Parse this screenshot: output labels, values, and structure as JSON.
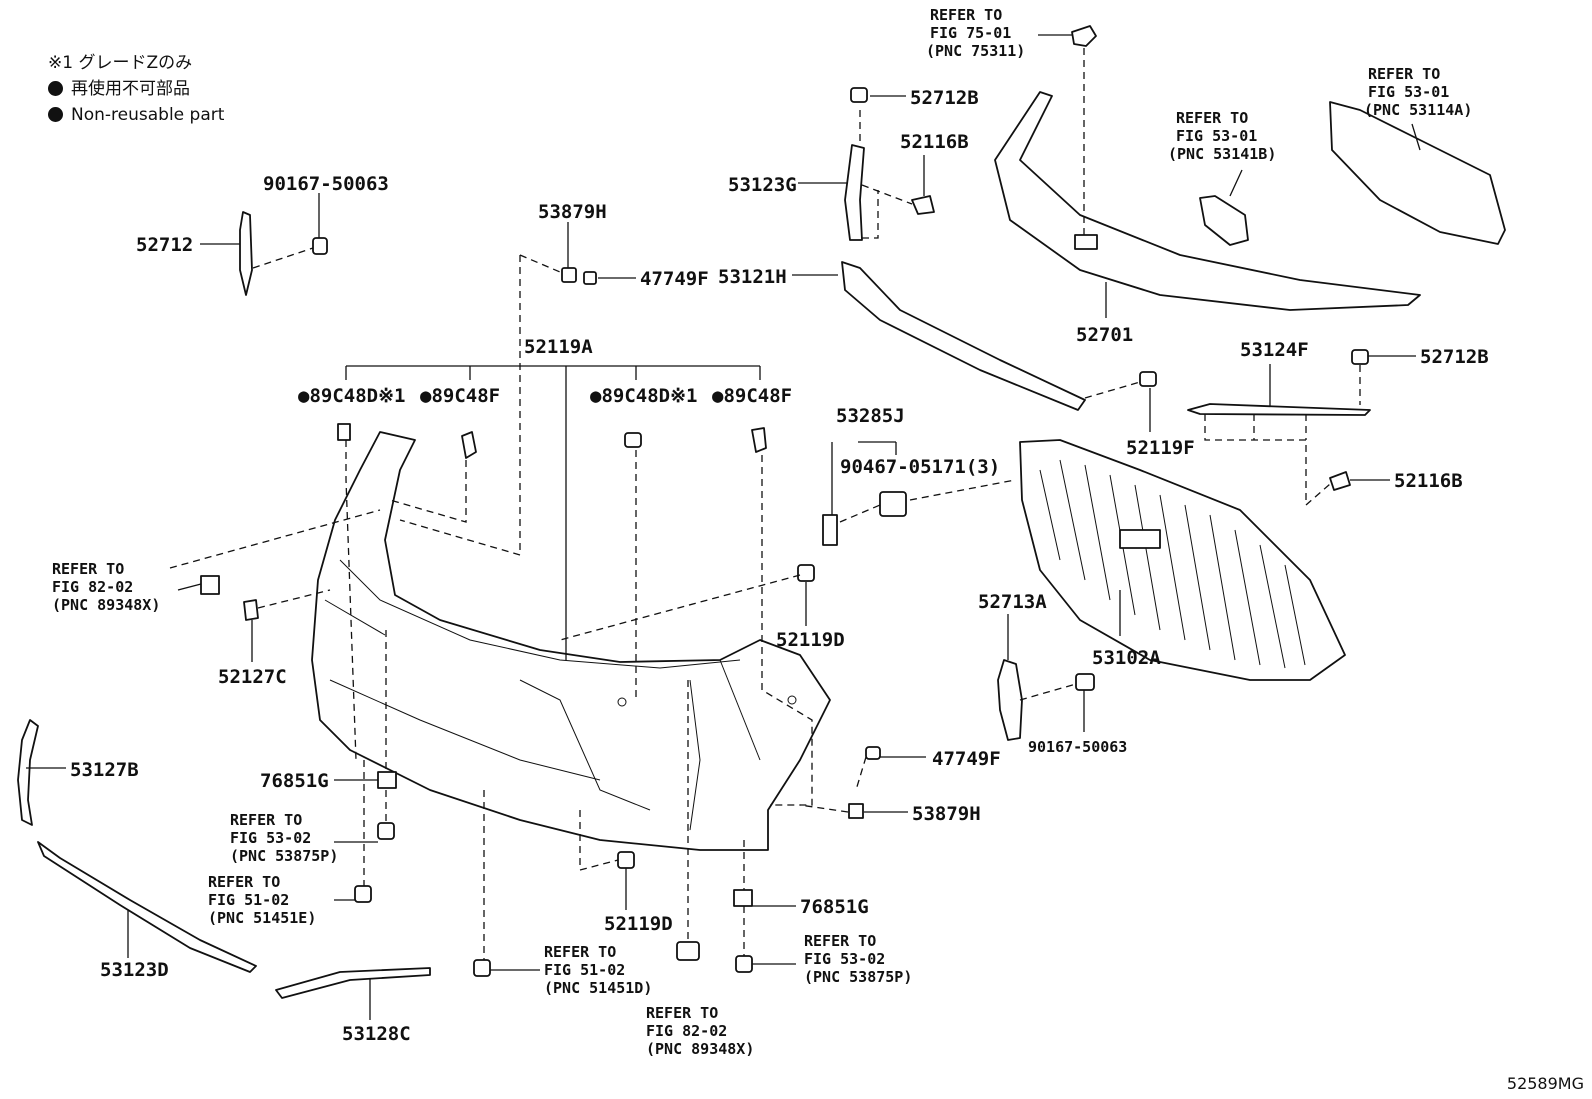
{
  "legend": {
    "note_grade": "※1 グレードZのみ",
    "note_nonreusable_ja": "再使用不可部品",
    "note_nonreusable_en": "Non-reusable part"
  },
  "catalog_number": "52589MG",
  "callouts": {
    "c_90167_top": "90167-50063",
    "c_52712": "52712",
    "c_53879H_top": "53879H",
    "c_47749F_top": "47749F",
    "c_52119A": "52119A",
    "c_89C48D_l": "●89C48D※1",
    "c_89C48F_l": "●89C48F",
    "c_89C48D_r": "●89C48D※1",
    "c_89C48F_r": "●89C48F",
    "c_52712B_top": "52712B",
    "c_52116B_top": "52116B",
    "c_53123G": "53123G",
    "c_53121H": "53121H",
    "c_52701": "52701",
    "c_53124F": "53124F",
    "c_52712B_r": "52712B",
    "c_52119F": "52119F",
    "c_52116B_r": "52116B",
    "c_53285J": "53285J",
    "c_90467": "90467-05171(3)",
    "c_52119D_mid": "52119D",
    "c_52127C": "52127C",
    "c_52713A": "52713A",
    "c_53102A": "53102A",
    "c_90167_bot": "90167-50063",
    "c_47749F_bot": "47749F",
    "c_53879H_bot": "53879H",
    "c_53127B": "53127B",
    "c_76851G_l": "76851G",
    "c_76851G_r": "76851G",
    "c_52119D_bot": "52119D",
    "c_53123D": "53123D",
    "c_53128C": "53128C"
  },
  "refs": {
    "r_75_01": [
      "REFER TO",
      "FIG 75-01",
      "(PNC 75311)"
    ],
    "r_53_01a": [
      "REFER TO",
      "FIG 53-01",
      "(PNC 53114A)"
    ],
    "r_53_01b": [
      "REFER TO",
      "FIG 53-01",
      "(PNC 53141B)"
    ],
    "r_82_02a": [
      "REFER TO",
      "FIG 82-02",
      "(PNC 89348X)"
    ],
    "r_53_02a": [
      "REFER TO",
      "FIG 53-02",
      "(PNC 53875P)"
    ],
    "r_51_02a": [
      "REFER TO",
      "FIG 51-02",
      "(PNC 51451E)"
    ],
    "r_51_02b": [
      "REFER TO",
      "FIG 51-02",
      "(PNC 51451D)"
    ],
    "r_82_02b": [
      "REFER TO",
      "FIG 82-02",
      "(PNC 89348X)"
    ],
    "r_53_02b": [
      "REFER TO",
      "FIG 53-02",
      "(PNC 53875P)"
    ]
  }
}
